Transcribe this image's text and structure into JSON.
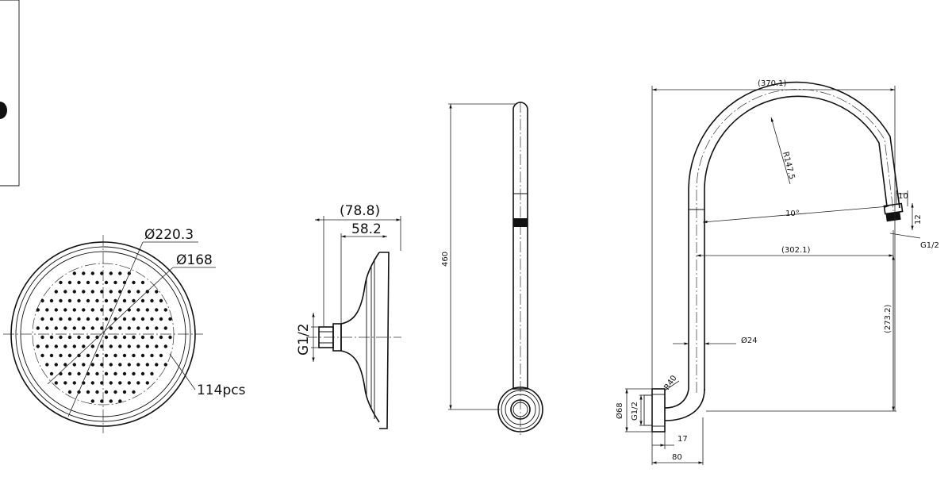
{
  "top_view": {
    "outer_diameter": "Ø220.3",
    "inner_diameter": "Ø168",
    "nozzle_count": "114pcs"
  },
  "side_view": {
    "overall_depth": "(78.8)",
    "body_depth": "58.2",
    "thread": "G1/2"
  },
  "arm_front_view": {
    "height": "460"
  },
  "arm_side_view": {
    "overall_width": "(370.1)",
    "bend_radius": "R147.5",
    "angle": "10°",
    "reach": "(302.1)",
    "drop": "(273.2)",
    "tube_diameter": "Ø24",
    "elbow_radius": "R40",
    "flange_diameter": "Ø68",
    "inlet_thread": "G1/2",
    "flange_thickness": "17",
    "flange_offset": "80",
    "outlet_length": "10",
    "outlet_size": "12",
    "outlet_thread": "G1/2"
  }
}
